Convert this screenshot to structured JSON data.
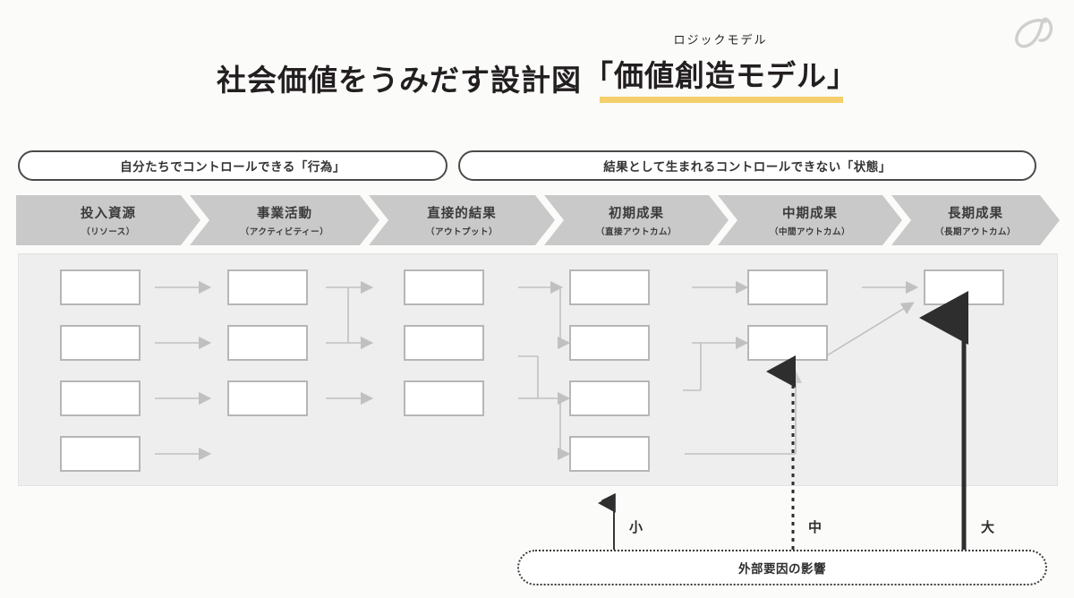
{
  "logo": {
    "name": "brand-script-logo"
  },
  "title": {
    "main": "社会価値をうみだす設計図",
    "ruby": "ロジックモデル",
    "base": "「価値創造モデル」",
    "underline_color": "#f4cf6b"
  },
  "banners": [
    {
      "id": "controllable",
      "label": "自分たちでコントロールできる「行為」"
    },
    {
      "id": "uncontrollable",
      "label": "結果として生まれるコントロールできない「状態」"
    }
  ],
  "stages": [
    {
      "title": "投入資源",
      "sub": "（リソース）"
    },
    {
      "title": "事業活動",
      "sub": "（アクティビティー）"
    },
    {
      "title": "直接的結果",
      "sub": "（アウトプット）"
    },
    {
      "title": "初期成果",
      "sub": "（直接アウトカム）"
    },
    {
      "title": "中期成果",
      "sub": "（中間アウトカム）"
    },
    {
      "title": "長期成果",
      "sub": "（長期アウトカム）"
    }
  ],
  "diagram": {
    "panel_bg": "#eeeeee",
    "box_border": "#b6b6b6",
    "connector_color": "#c0c0c0",
    "columns": [
      {
        "stage": "投入資源",
        "box_count": 4
      },
      {
        "stage": "事業活動",
        "box_count": 3
      },
      {
        "stage": "直接的結果",
        "box_count": 3
      },
      {
        "stage": "初期成果",
        "box_count": 4
      },
      {
        "stage": "中期成果",
        "box_count": 2
      },
      {
        "stage": "長期成果",
        "box_count": 1
      }
    ]
  },
  "influence": {
    "levels": [
      {
        "label": "小",
        "weight": "thin-solid"
      },
      {
        "label": "中",
        "weight": "dotted"
      },
      {
        "label": "大",
        "weight": "thick-solid"
      }
    ],
    "pill_label": "外部要因の影響"
  }
}
